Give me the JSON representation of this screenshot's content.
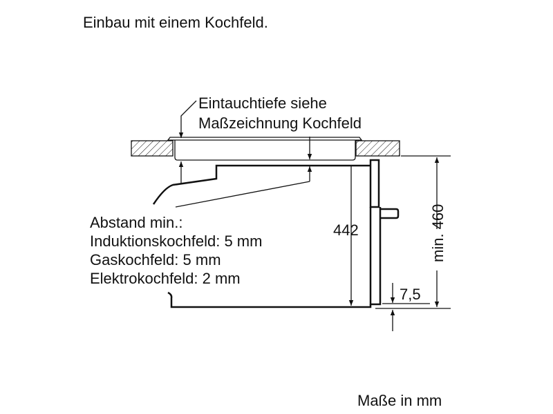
{
  "title": "Einbau mit einem Kochfeld.",
  "hob_note": [
    "Eintauchtiefe siehe",
    "Maßzeichnung Kochfeld"
  ],
  "clearance": [
    "Abstand min.:",
    "Induktionskochfeld: 5 mm",
    "Gaskochfeld: 5 mm",
    "Elektrokochfeld: 2 mm"
  ],
  "dimensions": {
    "oven_height": "442",
    "niche_height": "min. 460",
    "bottom_gap": "7,5"
  },
  "units_note": "Maße in mm"
}
